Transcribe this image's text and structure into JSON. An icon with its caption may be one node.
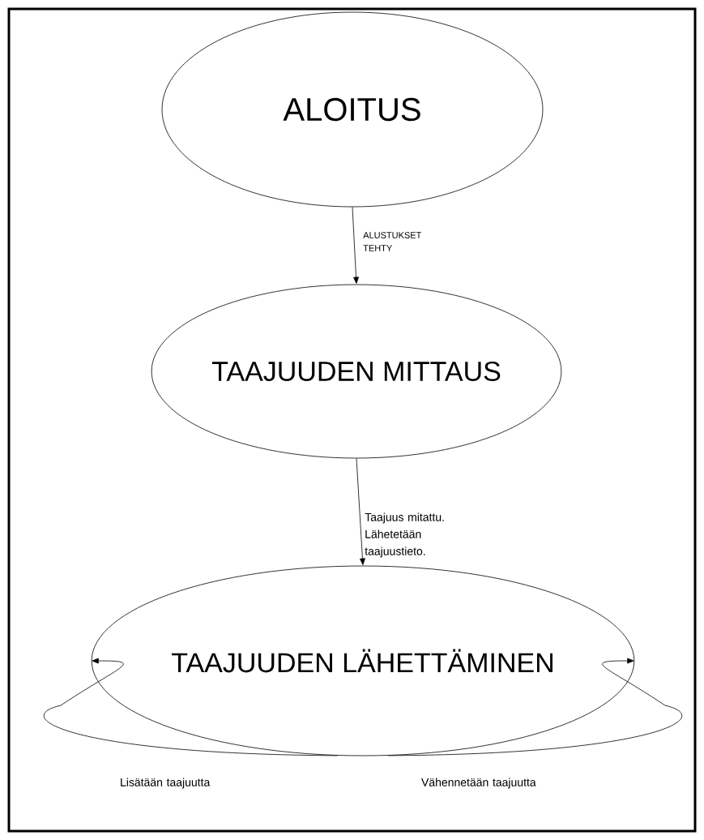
{
  "diagram": {
    "nodes": [
      {
        "text": [
          "ALOITUS"
        ]
      },
      {
        "text": [
          "TAAJUUDEN MITTAUS"
        ]
      },
      {
        "text": [
          "TAAJUUDEN LÄHETTÄMINEN"
        ]
      }
    ],
    "edges": [
      {
        "from": 0,
        "to": 1,
        "arrow": "to",
        "label": "ALUSTUKSET TEHTY"
      },
      {
        "from": 1,
        "to": 2,
        "arrow": "to",
        "label": "Taajuus mitattu. Lähetetään taajuustieto."
      },
      {
        "from": 2,
        "to": 2,
        "arrow": "to",
        "label": "Lisätään taajuutta"
      },
      {
        "from": 2,
        "to": 2,
        "arrow": "to",
        "label": "Vähennetään taajuutta"
      }
    ]
  }
}
